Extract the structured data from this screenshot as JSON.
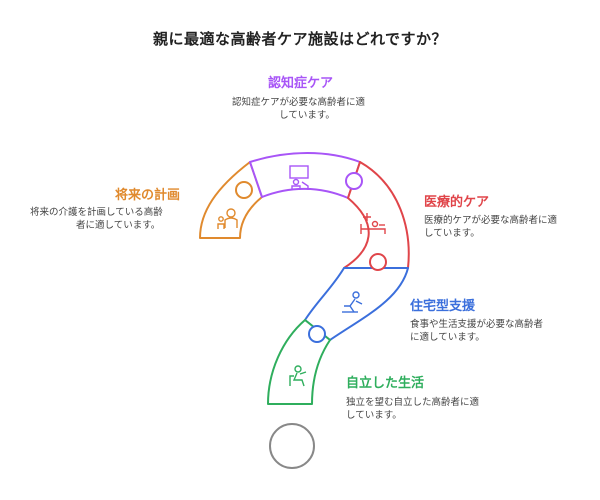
{
  "title": "親に最適な高齢者ケア施設はどれですか？",
  "colors": {
    "dementia": "#a855f7",
    "medical": "#e0454a",
    "residential": "#3b6fdc",
    "independent": "#2fae5d",
    "future": "#e08a2e",
    "dot": "#888888"
  },
  "options": [
    {
      "key": "dementia",
      "title": "認知症ケア",
      "desc_lines": [
        "認知症ケアが必要な高齢者に適",
        "しています。"
      ],
      "icon": "caregiver-board-icon"
    },
    {
      "key": "medical",
      "title": "医療的ケア",
      "desc_lines": [
        "医療的ケアが必要な高齢者に適",
        "しています。"
      ],
      "icon": "hospital-bed-icon"
    },
    {
      "key": "residential",
      "title": "住宅型支援",
      "desc_lines": [
        "食事や生活支援が必要な高齢者",
        "に適しています。"
      ],
      "icon": "kneeling-person-icon"
    },
    {
      "key": "independent",
      "title": "自立した生活",
      "desc_lines": [
        "独立を望む自立した高齢者に適",
        "しています。"
      ],
      "icon": "relaxing-person-icon"
    },
    {
      "key": "future",
      "title": "将来の計画",
      "desc_lines": [
        "将来の介護を計画している高齢",
        "者に適しています。"
      ],
      "icon": "family-icon"
    }
  ]
}
